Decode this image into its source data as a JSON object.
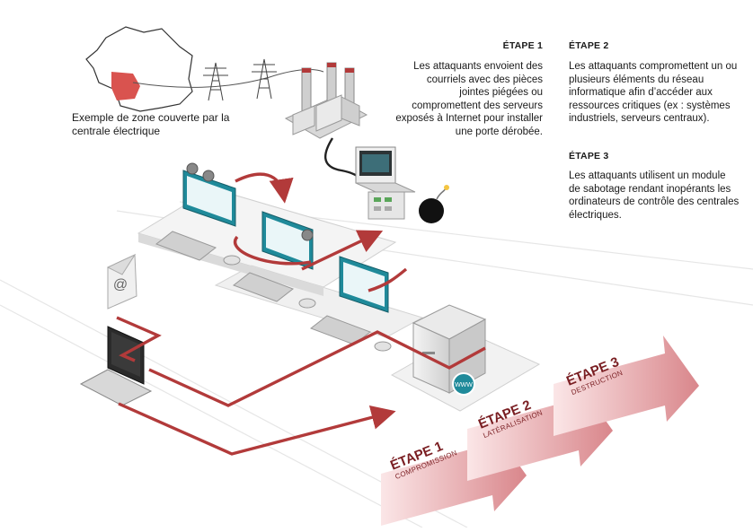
{
  "map": {
    "caption": "Exemple de zone couverte par la centrale électrique"
  },
  "steps": [
    {
      "title": "ÉTAPE 1",
      "text": "Les attaquants envoient des courriels avec des pièces jointes piégées ou compromettent des serveurs exposés à Internet pour installer une porte dérobée."
    },
    {
      "title": "ÉTAPE 2",
      "text": "Les attaquants compromettent un ou plusieurs éléments du réseau informatique afin d’accéder aux ressources critiques (ex : systèmes industriels, serveurs centraux)."
    },
    {
      "title": "ÉTAPE 3",
      "text": "Les attaquants utilisent un module de sabotage rendant inopérants les ordinateurs de contrôle des centrales électriques."
    }
  ],
  "arrows": [
    {
      "title": "ÉTAPE 1",
      "subtitle": "COMPROMISSION"
    },
    {
      "title": "ÉTAPE 2",
      "subtitle": "LATÉRALISATION"
    },
    {
      "title": "ÉTAPE 3",
      "subtitle": "DESTRUCTION"
    }
  ],
  "icons": {
    "server_badge": "WWW",
    "mail_symbol": "@"
  },
  "colors": {
    "attack_path": "#b23a3a",
    "france_region": "#d9534f",
    "screen_teal": "#1f8a9a",
    "arrow_fill": "#e9a3a6"
  }
}
